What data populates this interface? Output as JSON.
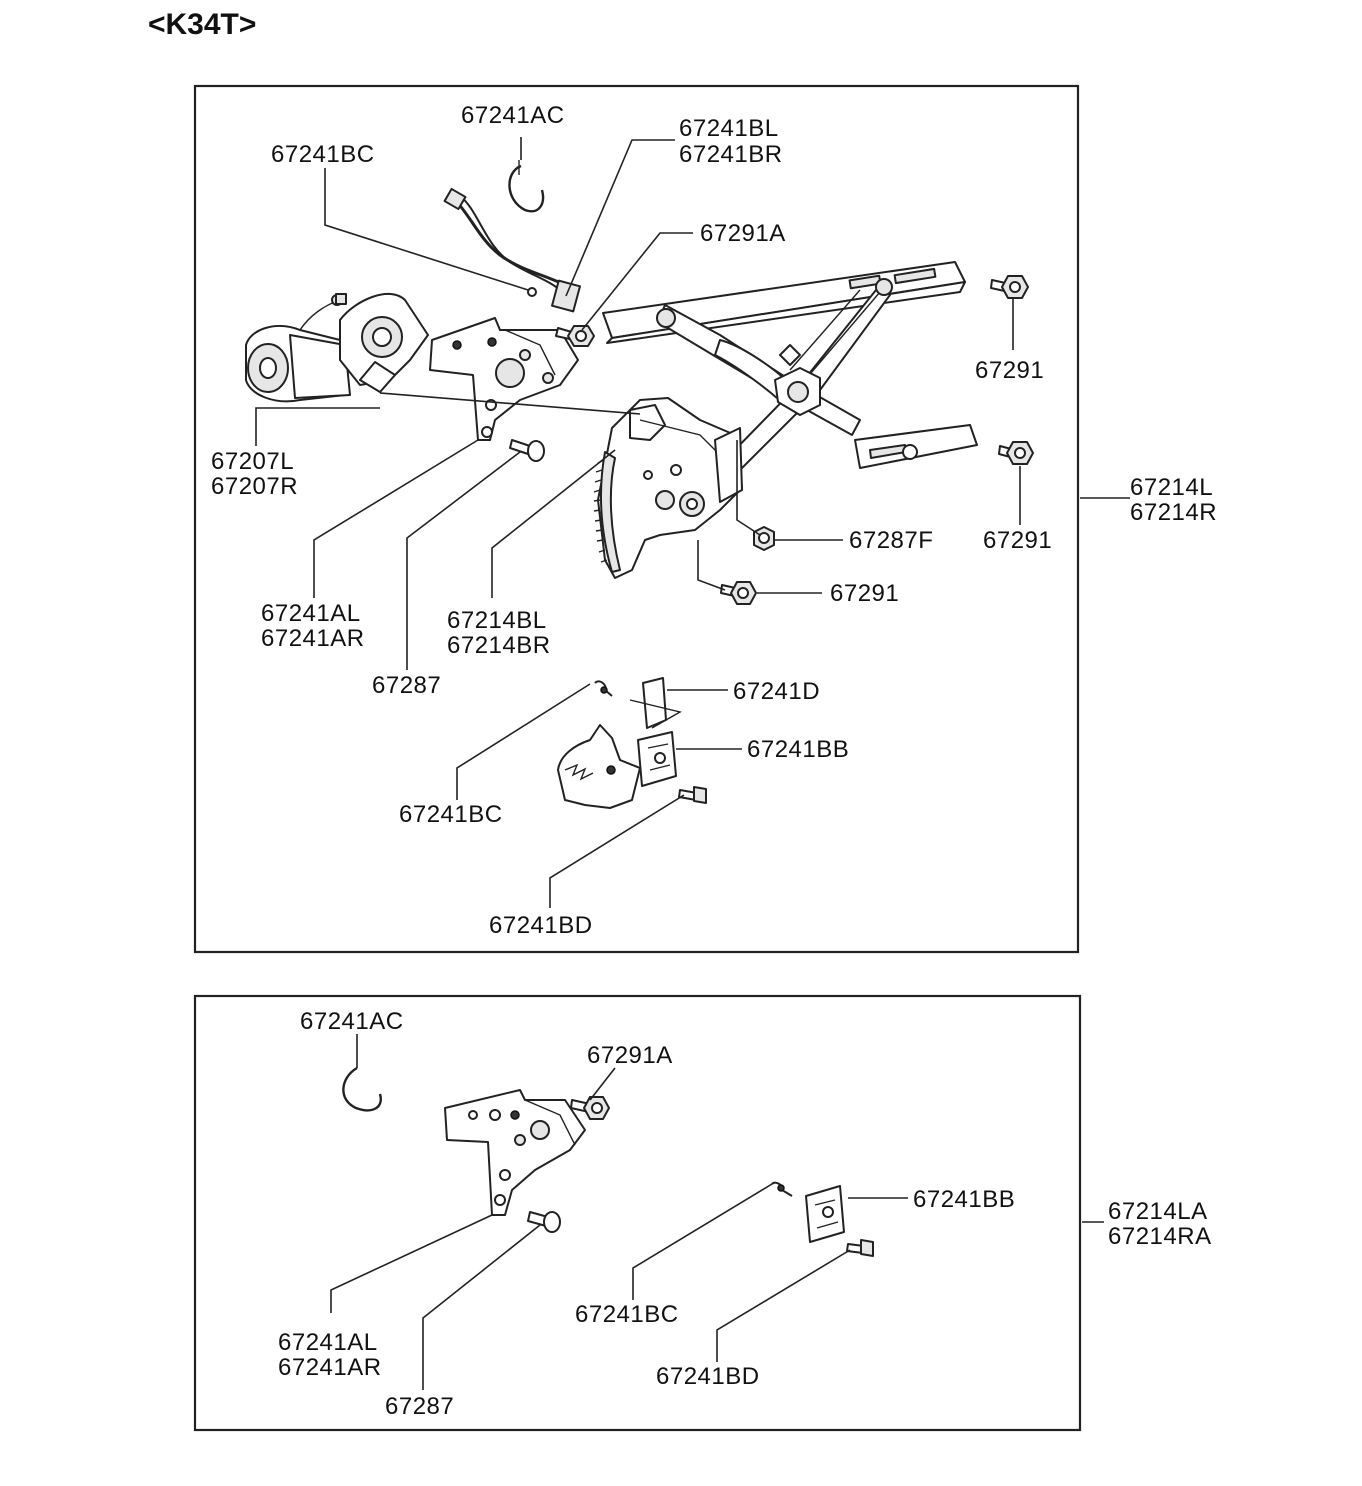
{
  "title": "<K34T>",
  "upper": {
    "labels": {
      "l_67241ac": "67241AC",
      "l_67241bl": "67241BL",
      "l_67241br": "67241BR",
      "l_67241bc_top": "67241BC",
      "l_67291a": "67291A",
      "l_67291_top": "67291",
      "l_67207l": "67207L",
      "l_67207r": "67207R",
      "l_67214l": "67214L",
      "l_67214r": "67214R",
      "l_67287f": "67287F",
      "l_67291_mid": "67291",
      "l_67291_bot": "67291",
      "l_67241al": "67241AL",
      "l_67241ar": "67241AR",
      "l_67214bl": "67214BL",
      "l_67214br": "67214BR",
      "l_67287": "67287",
      "l_67241d": "67241D",
      "l_67241bb": "67241BB",
      "l_67241bc_low": "67241BC",
      "l_67241bd": "67241BD"
    }
  },
  "lower": {
    "labels": {
      "l_67241ac": "67241AC",
      "l_67291a": "67291A",
      "l_67241bb": "67241BB",
      "l_67214la": "67214LA",
      "l_67214ra": "67214RA",
      "l_67241bc": "67241BC",
      "l_67241al": "67241AL",
      "l_67241ar": "67241AR",
      "l_67287": "67287",
      "l_67241bd": "67241BD"
    }
  }
}
